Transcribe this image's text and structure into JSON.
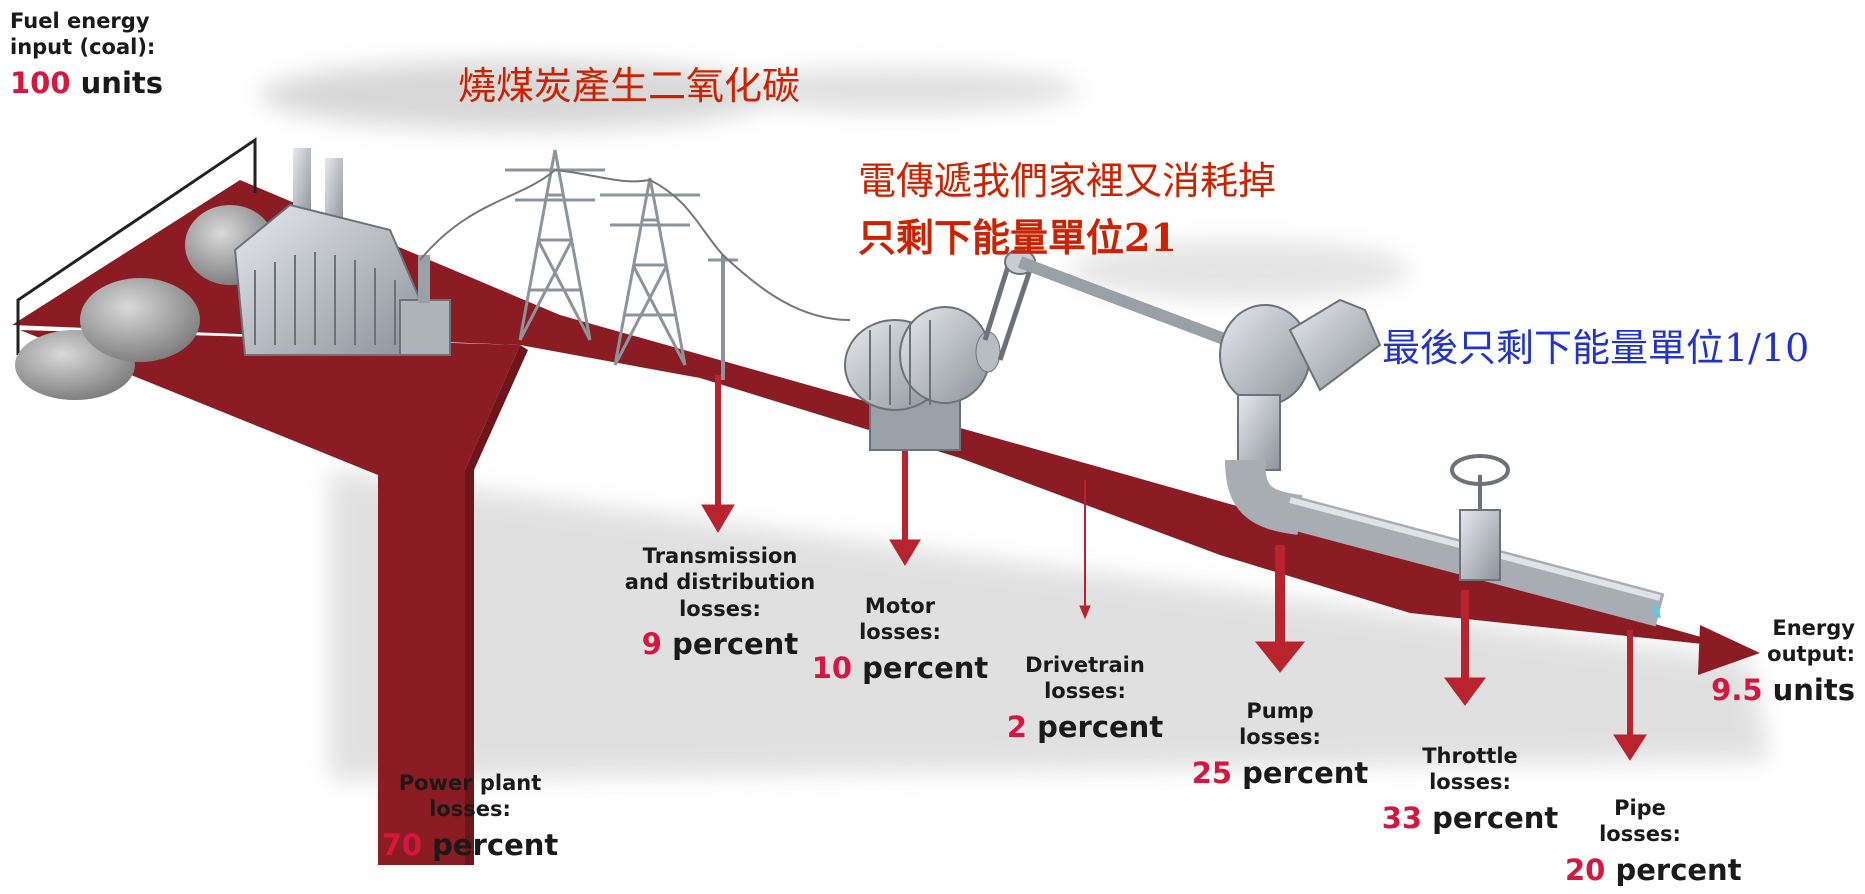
{
  "colors": {
    "flow": "#8b1c24",
    "flow_dark": "#6e141b",
    "arrow": "#b8232d",
    "accent_number": "#d6163e",
    "chinese_red": "#cc2200",
    "chinese_blue": "#2233cc"
  },
  "annotations": {
    "burn_coal": "燒煤炭產生二氧化碳",
    "transmit_line1": "電傳遞我們家裡又消耗掉",
    "transmit_line2": "只剩下能量單位21",
    "final": "最後只剩下能量單位1/10"
  },
  "input": {
    "caption_line1": "Fuel energy",
    "caption_line2": "input (coal):",
    "value": "100",
    "unit": "units"
  },
  "output": {
    "caption_line1": "Energy",
    "caption_line2": "output:",
    "value": "9.5",
    "unit": "units"
  },
  "losses": [
    {
      "id": "power-plant",
      "lines": [
        "Power plant",
        "losses:"
      ],
      "value": "70",
      "unit": "percent"
    },
    {
      "id": "transmission",
      "lines": [
        "Transmission",
        "and distribution",
        "losses:"
      ],
      "value": "9",
      "unit": "percent"
    },
    {
      "id": "motor",
      "lines": [
        "Motor",
        "losses:"
      ],
      "value": "10",
      "unit": "percent"
    },
    {
      "id": "drivetrain",
      "lines": [
        "Drivetrain",
        "losses:"
      ],
      "value": "2",
      "unit": "percent"
    },
    {
      "id": "pump",
      "lines": [
        "Pump",
        "losses:"
      ],
      "value": "25",
      "unit": "percent"
    },
    {
      "id": "throttle",
      "lines": [
        "Throttle",
        "losses:"
      ],
      "value": "33",
      "unit": "percent"
    },
    {
      "id": "pipe",
      "lines": [
        "Pipe",
        "losses:"
      ],
      "value": "20",
      "unit": "percent"
    }
  ]
}
